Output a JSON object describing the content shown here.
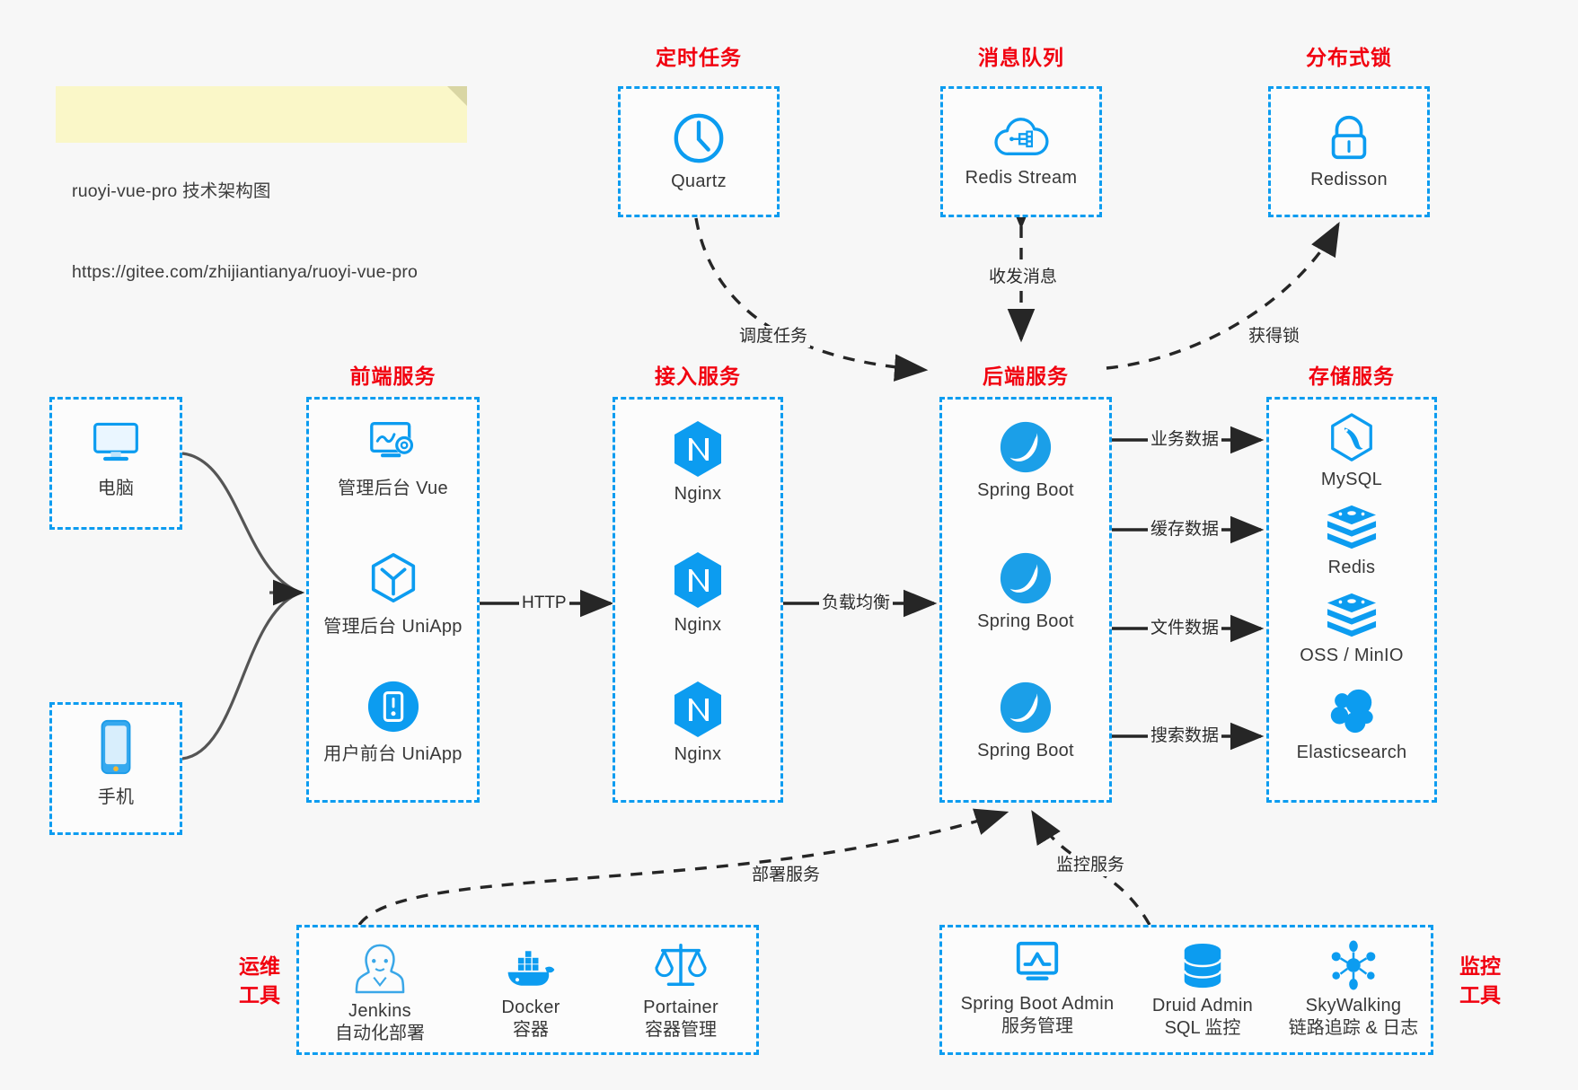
{
  "note": {
    "line1": "ruoyi-vue-pro 技术架构图",
    "line2": "https://gitee.com/zhijiantianya/ruoyi-vue-pro"
  },
  "colors": {
    "box_border": "#0c9cf0",
    "group_title": "#f1000f",
    "icon_blue": "#0c9cf0",
    "background": "#f7f7f7",
    "arrow": "#262626"
  },
  "groups": {
    "scheduler": {
      "title": "定时任务",
      "items": [
        {
          "label": "Quartz",
          "icon": "clock-icon"
        }
      ]
    },
    "mq": {
      "title": "消息队列",
      "items": [
        {
          "label": "Redis Stream",
          "icon": "cloud-stream-icon"
        }
      ]
    },
    "lock": {
      "title": "分布式锁",
      "items": [
        {
          "label": "Redisson",
          "icon": "lock-icon"
        }
      ]
    },
    "clients": {
      "items": [
        {
          "label": "电脑",
          "icon": "desktop-icon"
        },
        {
          "label": "手机",
          "icon": "mobile-icon"
        }
      ]
    },
    "frontend": {
      "title": "前端服务",
      "items": [
        {
          "label": "管理后台 Vue",
          "icon": "monitor-gear-icon"
        },
        {
          "label": "管理后台 UniApp",
          "icon": "cube-icon"
        },
        {
          "label": "用户前台 UniApp",
          "icon": "app-circle-icon"
        }
      ]
    },
    "gateway": {
      "title": "接入服务",
      "items": [
        {
          "label": "Nginx",
          "icon": "nginx-icon"
        },
        {
          "label": "Nginx",
          "icon": "nginx-icon"
        },
        {
          "label": "Nginx",
          "icon": "nginx-icon"
        }
      ]
    },
    "backend": {
      "title": "后端服务",
      "items": [
        {
          "label": "Spring Boot",
          "icon": "spring-leaf-icon"
        },
        {
          "label": "Spring Boot",
          "icon": "spring-leaf-icon"
        },
        {
          "label": "Spring Boot",
          "icon": "spring-leaf-icon"
        }
      ]
    },
    "storage": {
      "title": "存储服务",
      "items": [
        {
          "label": "MySQL",
          "icon": "mysql-dolphin-icon"
        },
        {
          "label": "Redis",
          "icon": "redis-stack-icon"
        },
        {
          "label": "OSS / MinIO",
          "icon": "redis-stack-icon"
        },
        {
          "label": "Elasticsearch",
          "icon": "elasticsearch-icon"
        }
      ]
    },
    "devops": {
      "title_l1": "运维",
      "title_l2": "工具",
      "items": [
        {
          "label": "Jenkins",
          "sub": "自动化部署",
          "icon": "jenkins-butler-icon"
        },
        {
          "label": "Docker",
          "sub": "容器",
          "icon": "docker-whale-icon"
        },
        {
          "label": "Portainer",
          "sub": "容器管理",
          "icon": "scales-icon"
        }
      ]
    },
    "monitor": {
      "title_l1": "监控",
      "title_l2": "工具",
      "items": [
        {
          "label": "Spring Boot Admin",
          "sub": "服务管理",
          "icon": "monitor-chart-icon"
        },
        {
          "label": "Druid Admin",
          "sub": "SQL 监控",
          "icon": "database-icon"
        },
        {
          "label": "SkyWalking",
          "sub": "链路追踪 & 日志",
          "icon": "skywalking-icon"
        }
      ]
    }
  },
  "edges": {
    "http": "HTTP",
    "load_balance": "负载均衡",
    "schedule_task": "调度任务",
    "send_receive_message": "收发消息",
    "acquire_lock": "获得锁",
    "business_data": "业务数据",
    "cache_data": "缓存数据",
    "file_data": "文件数据",
    "search_data": "搜索数据",
    "deploy_service": "部署服务",
    "monitor_service": "监控服务"
  }
}
